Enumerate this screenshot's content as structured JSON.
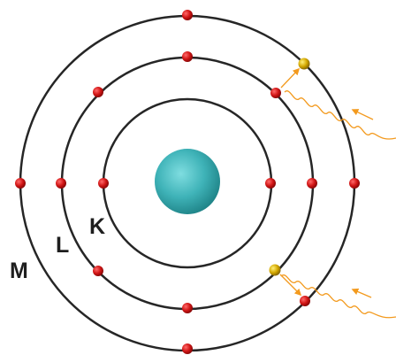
{
  "shells": [
    {
      "label": "K",
      "electron_count": 2
    },
    {
      "label": "L",
      "electron_count": 8
    },
    {
      "label": "M",
      "electron_count": 6
    }
  ],
  "colors": {
    "nucleus": "#3fb3b8",
    "orbit": "#262626",
    "electron": "#c81414",
    "excited_electron": "#d4a800",
    "photon": "#f39a1e"
  }
}
